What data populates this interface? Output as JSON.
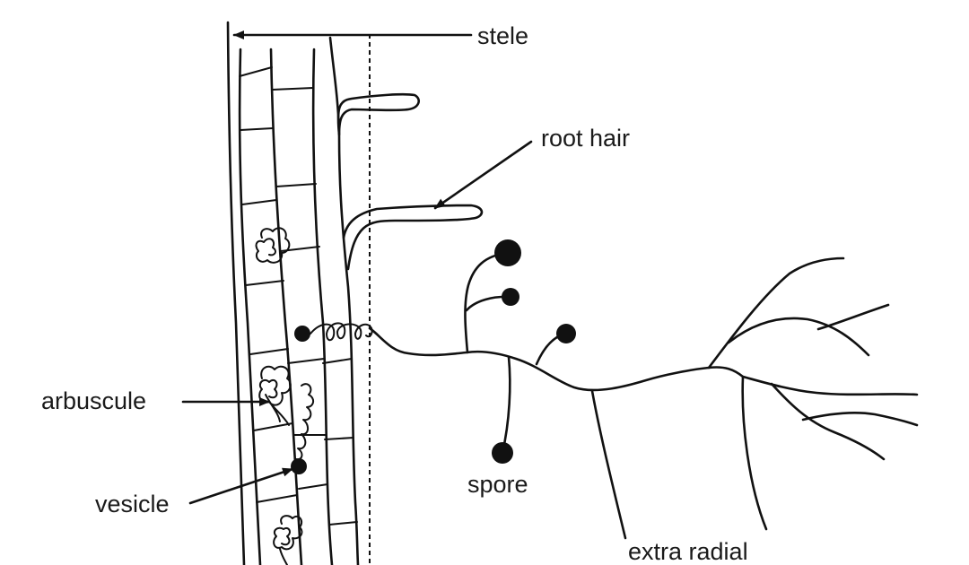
{
  "labels": {
    "stele": "stele",
    "root_hair": "root hair",
    "arbuscule": "arbuscule",
    "vesicle": "vesicle",
    "spore": "spore",
    "extra_radial": "extra radial"
  },
  "colors": {
    "ink": "#111111",
    "background": "#ffffff"
  }
}
